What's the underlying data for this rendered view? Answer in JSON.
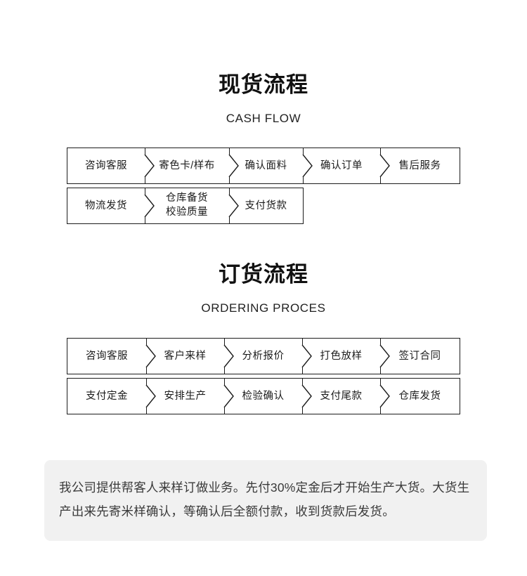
{
  "page": {
    "background_color": "#ffffff",
    "text_color": "#1b1b1b"
  },
  "sections": [
    {
      "id": "cash-flow",
      "title": "现货流程",
      "subtitle": "CASH FLOW",
      "rows": [
        {
          "cells": [
            "咨询客服",
            "寄色卡/样布",
            "确认面料",
            "确认订单",
            "售后服务"
          ]
        },
        {
          "cells": [
            "物流发货",
            "仓库备货\n校验质量",
            "支付货款"
          ]
        }
      ]
    },
    {
      "id": "ordering-process",
      "title": "订货流程",
      "subtitle": "ORDERING PROCES",
      "rows": [
        {
          "cells": [
            "咨询客服",
            "客户来样",
            "分析报价",
            "打色放样",
            "签订合同"
          ]
        },
        {
          "cells": [
            "支付定金",
            "安排生产",
            "检验确认",
            "支付尾款",
            "仓库发货"
          ]
        }
      ]
    }
  ],
  "note": {
    "background_color": "#f1f1f1",
    "text": "我公司提供帮客人来样订做业务。先付30%定金后才开始生产大货。大货生产出来先寄米样确认，等确认后全额付款，收到货款后发货。"
  }
}
